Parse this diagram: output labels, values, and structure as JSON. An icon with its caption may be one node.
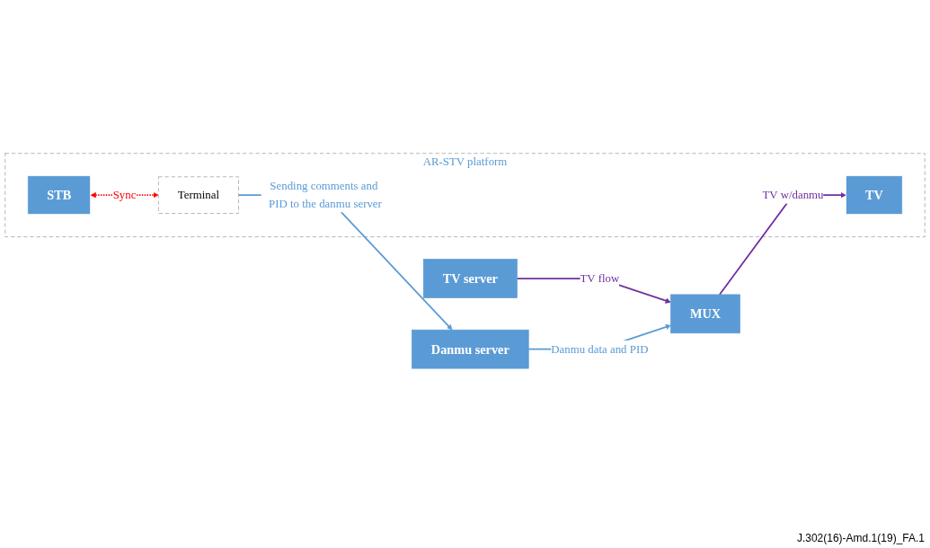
{
  "diagram": {
    "nodes": [
      {
        "text": [
          "TV server"
        ]
      },
      {
        "text": [
          "MUX"
        ]
      },
      {
        "text": [
          "Danmu server"
        ]
      },
      {
        "text": [
          "AR-STV platform"
        ]
      },
      {
        "text": [
          "TV"
        ],
        "in": 3
      },
      {
        "text": [
          "STB"
        ],
        "in": 3
      },
      {
        "text": [
          "Terminal"
        ],
        "in": 3
      }
    ],
    "edges": [
      {
        "from": 0,
        "to": 1,
        "arrow": "to",
        "label": "TV flow",
        "color": "#7030a0"
      },
      {
        "from": 2,
        "to": 1,
        "arrow": "to",
        "label": "Danmu data and PID",
        "color": "#5b9bd5"
      },
      {
        "from": 1,
        "to": 4,
        "arrow": "to",
        "label": "TV w/danmu",
        "color": "#7030a0"
      },
      {
        "from": 5,
        "to": 6,
        "arrow": "both",
        "label": "Sync",
        "style": "dashed",
        "color": "#ff0000"
      },
      {
        "from": 6,
        "to": 2,
        "arrow": "to",
        "label": "Sending comments and PID to the danmu server",
        "color": "#5b9bd5"
      }
    ],
    "labels": [
      "J.302(16)-Amd.1(19)_FA.1"
    ]
  }
}
